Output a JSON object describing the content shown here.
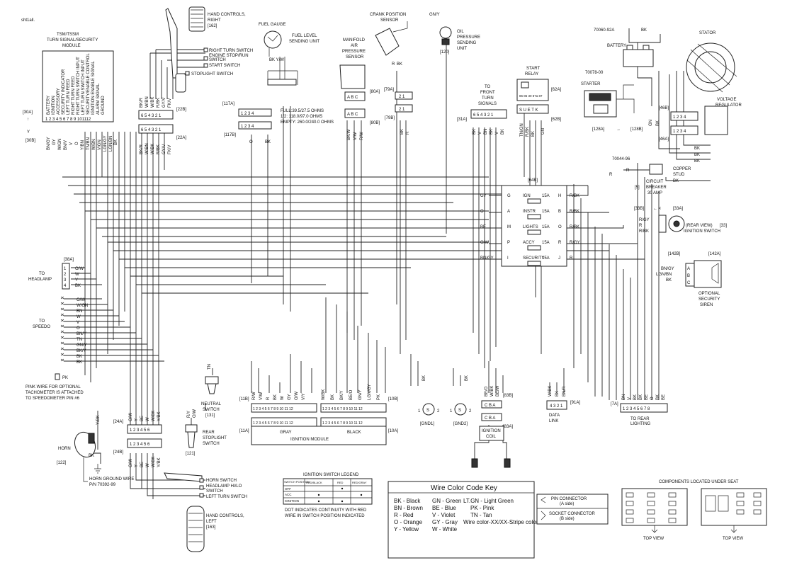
{
  "page_ref": "sht1all.",
  "tsm": {
    "title1": "TSM/TSSM",
    "title2": "TURN SIGNAL/SECURITY",
    "title3": "MODULE",
    "pins": "1 2 3 4 5 6 7 8 9 101112",
    "pin_labels": [
      "BATTERY",
      "IGNITION",
      "ACCESSORY",
      "SECURITY INDICATOR",
      "LEFT TURN FEED",
      "RIGHT TURN FEED",
      "RIGHT TURN SWITCH INPUT",
      "LEFT TURN SWITCH INPUT",
      "SECURITY/ENABLE CONTROL",
      "IGNITION ENABLE SIGNAL",
      "ALARM SIGNAL",
      "GROUND"
    ],
    "conn_a": "[30A]",
    "conn_b": "[30B]",
    "wires": [
      "BN/GY",
      "GY",
      "W/GN",
      "BN/V",
      "V",
      "O",
      "Y/BN",
      "TN/BN",
      "W/BN",
      "V/GN",
      "LGN/GY",
      "LGN/BN",
      "BK"
    ]
  },
  "hand_right": {
    "l1": "HAND CONTROLS,",
    "l2": "RIGHT",
    "ref": "[162]",
    "items": [
      "RIGHT TURN SWITCH",
      "ENGINE STOP/RUN",
      "SWITCH",
      "START SWITCH",
      "STOPLIGHT SWITCH"
    ]
  },
  "conn22": {
    "a": "[22A]",
    "b": "[22B]",
    "pins": "6 5 4 3 2 1",
    "wires": [
      "BK/R",
      "W/BN",
      "W/BK",
      "R/BK",
      "GY/V",
      "FK/V"
    ]
  },
  "fuel": {
    "gauge": "FUEL GAUGE",
    "sender1": "FUEL LEVEL",
    "sender2": "SENDING UNIT",
    "wires": "BK Y/W",
    "c117a": "[117A]",
    "c117b": "[117B]",
    "pins": "1 2 3 4",
    "full": "FULL:39.5/27.5 OHMS",
    "half": "1/2: 118.0/97.0 OHMS",
    "empty": "EMPTY: 260.0/240.0 OHMS",
    "w_o": "O",
    "w_bk": "BK"
  },
  "map": {
    "l1": "MANIFOLD",
    "l2": "AIR",
    "l3": "PRESSURE",
    "l4": "SENSOR",
    "pins": "A B C",
    "c80a": "[80A]",
    "c80b": "[80B]",
    "wires": [
      "R/W",
      "V/W",
      "BK/W"
    ]
  },
  "crank": {
    "l1": "CRANK POSITION",
    "l2": "SENSOR",
    "c79a": "[79A]",
    "c79b": "[79B]",
    "w_r": "R",
    "w_bk": "BK",
    "pins": "2 1",
    "wires": [
      "BK",
      "R"
    ]
  },
  "oil": {
    "l1": "OIL",
    "l2": "PRESSURE",
    "l3": "SENDING",
    "l4": "UNIT",
    "ref": "[120]",
    "wire": "GN/Y"
  },
  "front_turn": {
    "l1": "TO",
    "l2": "FRONT",
    "l3": "TURN",
    "l4": "SIGNALS",
    "c31a": "[31A]",
    "pins": "6 5 4 3 2 1",
    "wires": [
      "BK",
      "V",
      "BN",
      "BK",
      "V",
      "BK"
    ]
  },
  "start_relay": {
    "l1": "START",
    "l2": "RELAY",
    "c62a": "[62A]",
    "c62b": "[62B]",
    "pins": "86 85 30 87a 87",
    "letters": "S U E T K",
    "wires": [
      "TN/GN",
      "R/BK",
      "BK",
      "GN"
    ]
  },
  "battery": {
    "part": "70060-92A",
    "label": "BATTERY",
    "w": "BK",
    "w2": "R"
  },
  "starter": {
    "part": "70078-00",
    "label": "STARTER",
    "c128a": "[128A]",
    "c128b": "[128B]",
    "w": "GN",
    "w2": "BK"
  },
  "stator": {
    "label": "STATOR",
    "reg1": "VOLTAGE",
    "reg2": "REGULATOR",
    "c46a": "[46A]",
    "c46b": "[46B]",
    "pins": "1 2 3 4",
    "wires": [
      "BK",
      "BK",
      "BK"
    ]
  },
  "breaker": {
    "part": "70044-96",
    "stud1": "COPPER",
    "stud2": "STUD",
    "l1": "CIRCUIT",
    "l2": "BREAKER",
    "l3": "30 AMP",
    "ref": "[5]",
    "w_r": "R",
    "w_bk": "BK"
  },
  "fuses": {
    "ref": "[64B]",
    "rows": [
      {
        "l": "G",
        "name": "IGN",
        "amp": "15A",
        "r": "H",
        "wl": "GY",
        "wr": "R/BK"
      },
      {
        "l": "A",
        "name": "INSTR",
        "amp": "15A",
        "r": "B",
        "wl": "O",
        "wr": "R/BK"
      },
      {
        "l": "M",
        "name": "LIGHTS",
        "amp": "15A",
        "r": "O",
        "wl": "BE",
        "wr": "R/BK"
      },
      {
        "l": "P",
        "name": "ACCY",
        "amp": "15A",
        "r": "R",
        "wl": "O/W",
        "wr": "R/GY"
      },
      {
        "l": "I",
        "name": "SECURITY",
        "amp": "15A",
        "r": "J",
        "wl": "BN/GY",
        "wr": "R"
      }
    ]
  },
  "ign_switch": {
    "c33a": "[33A]",
    "c33b": "[33B]",
    "l1": "(REAR VIEW)",
    "ref": "[33]",
    "l2": "IGNITION SWITCH",
    "wires": [
      "R/GY",
      "R",
      "R/BK"
    ]
  },
  "siren": {
    "c142a": "[142A]",
    "c142b": "[142B]",
    "wires": [
      "BN/GY",
      "LGN/BN",
      "BK"
    ],
    "pins": [
      "A",
      "B",
      "C"
    ],
    "l1": "OPTIONAL",
    "l2": "SECURITY",
    "l3": "SIREN"
  },
  "headlamp": {
    "c38a": "[38A]",
    "l1": "TO",
    "l2": "HEADLAMP",
    "pins": [
      "1",
      "2",
      "3",
      "4"
    ],
    "wires": [
      "O/W",
      "W",
      "Y",
      "BK"
    ]
  },
  "speedo": {
    "label": "SPEEDO",
    "l1": "TO",
    "wires": [
      "O/W",
      "W/GN",
      "BN",
      "W",
      "V",
      "O",
      "BN/Y",
      "TN",
      "GN/Y",
      "BK/Y",
      "BK",
      "BK"
    ]
  },
  "pk": {
    "w": "PK",
    "n1": "PINK WIRE FOR OPTIONAL",
    "n2": "TACHOMETER IS ATTACHED",
    "n3": "TO SPEEDOMETER PIN #6"
  },
  "neutral": {
    "l1": "NEUTRAL",
    "l2": "SWITCH",
    "ref": "[131]",
    "w": "TN"
  },
  "rear_stop": {
    "l1": "REAR",
    "l2": "STOPLIGHT",
    "l3": "SWITCH",
    "ref": "[121]",
    "w1": "R/Y",
    "w2": "O/W"
  },
  "horn": {
    "label": "HORN",
    "ref": "[122]",
    "w": "Y/BK",
    "w2": "BK",
    "g1": "HORN GROUND WIRE",
    "g2": "P/N 70392-99"
  },
  "conn24": {
    "a": "[24A]",
    "b": "[24B]",
    "pins": "1 2 3 4 5 6",
    "wires": [
      "O/W",
      "Y",
      "BE",
      "W",
      "W/BK",
      "Y/BK"
    ]
  },
  "hand_left": {
    "items": [
      "HORN SWITCH",
      "HEADLAMP HI/LO",
      "SWITCH",
      "LEFT TURN SWITCH"
    ],
    "l1": "HAND CONTROLS,",
    "l2": "LEFT",
    "ref": "[163]"
  },
  "ign_module": {
    "label": "IGNITION MODULE",
    "gray": "GRAY",
    "black": "BLACK",
    "c11a": "[11A]",
    "c11b": "[11B]",
    "c10a": "[10A]",
    "c10b": "[10B]",
    "pins": "1 2 3 4 5 6 7 8 9 10 11 12",
    "gray_w": [
      "R/W",
      "V/W",
      "R",
      "BK",
      "W",
      "GY",
      "O/W",
      "V/Y"
    ],
    "black_w": [
      "W/BK",
      "BK",
      "BK/Y",
      "BE/O",
      "GN/Y",
      "LGN/GY",
      "PK"
    ]
  },
  "gnd": {
    "g1": "[GND1]",
    "g2": "[GND2]",
    "w1": "BK",
    "w2": "BK"
  },
  "coil": {
    "c83a": "[83A]",
    "c83b": "[83B]",
    "pins": "C B A",
    "l1": "IGNITION",
    "l2": "COIL",
    "wires": [
      "BE/O",
      "W/BK",
      "BE/W"
    ]
  },
  "data_link": {
    "c91a": "[91A]",
    "pins": "4 3 2 1",
    "l1": "DATA",
    "l2": "LINK",
    "wires": [
      "W/BK",
      "BK",
      "BN/R"
    ]
  },
  "rear_light": {
    "c7a": "[7A]",
    "pins": "1 2 3 4 5 6 7 8",
    "l1": "TO REAR",
    "l2": "LIGHTING",
    "wires": [
      "BN",
      "V",
      "BK",
      "BK",
      "BE",
      "O",
      "BK",
      "BE"
    ]
  },
  "legend": {
    "title": "IGNITION SWITCH LEGEND",
    "cols": [
      "SWITCH POSITION",
      "RED/BLACK",
      "RED",
      "RED/GRAY"
    ],
    "rows": [
      "OFF",
      "ACC",
      "IGNITION"
    ],
    "n1": "DOT INDICATES CONTINUITY WITH RED",
    "n2": "WIRE IN SWITCH POSITION INDICATED"
  },
  "color_key": {
    "title": "Wire Color Code Key",
    "c1": [
      "BK - Black",
      "BN - Brown",
      "R - Red",
      "O - Orange",
      "Y - Yellow"
    ],
    "c2": [
      "GN - Green",
      "BE - Blue",
      "V - Violet",
      "GY - Gray",
      "W - White"
    ],
    "c3": [
      "LT.GN - Light Green",
      "PK - Pink",
      "TN - Tan",
      "Wire color-XX/XX-Stripe color"
    ]
  },
  "conn_key": {
    "pin1": "PIN CONNECTOR",
    "pin2": "(A side)",
    "sock1": "SOCKET CONNECTOR",
    "sock2": "(B side)"
  },
  "under_seat": {
    "title": "COMPONENTS LOCATED UNDER SEAT",
    "v1": "TOP VIEW",
    "v2": "TOP VIEW"
  }
}
